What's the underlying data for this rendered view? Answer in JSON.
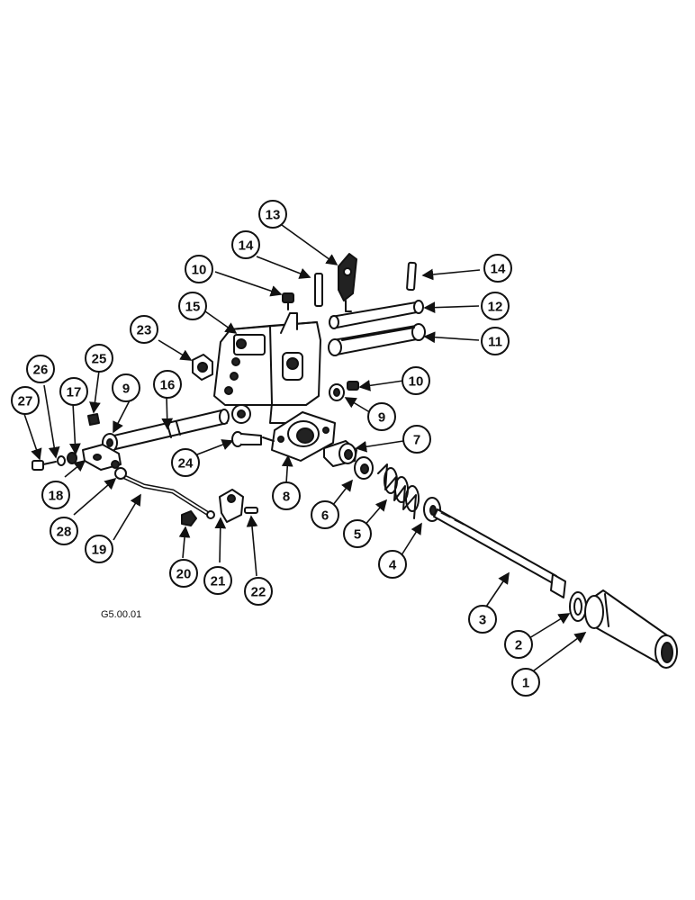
{
  "figure_ref": "G5.00.01",
  "callouts": [
    "1",
    "2",
    "3",
    "4",
    "5",
    "6",
    "7",
    "8",
    "9",
    "9",
    "10",
    "10",
    "11",
    "12",
    "13",
    "14",
    "14",
    "15",
    "16",
    "17",
    "18",
    "19",
    "20",
    "21",
    "22",
    "23",
    "24",
    "25",
    "26",
    "27",
    "28"
  ]
}
